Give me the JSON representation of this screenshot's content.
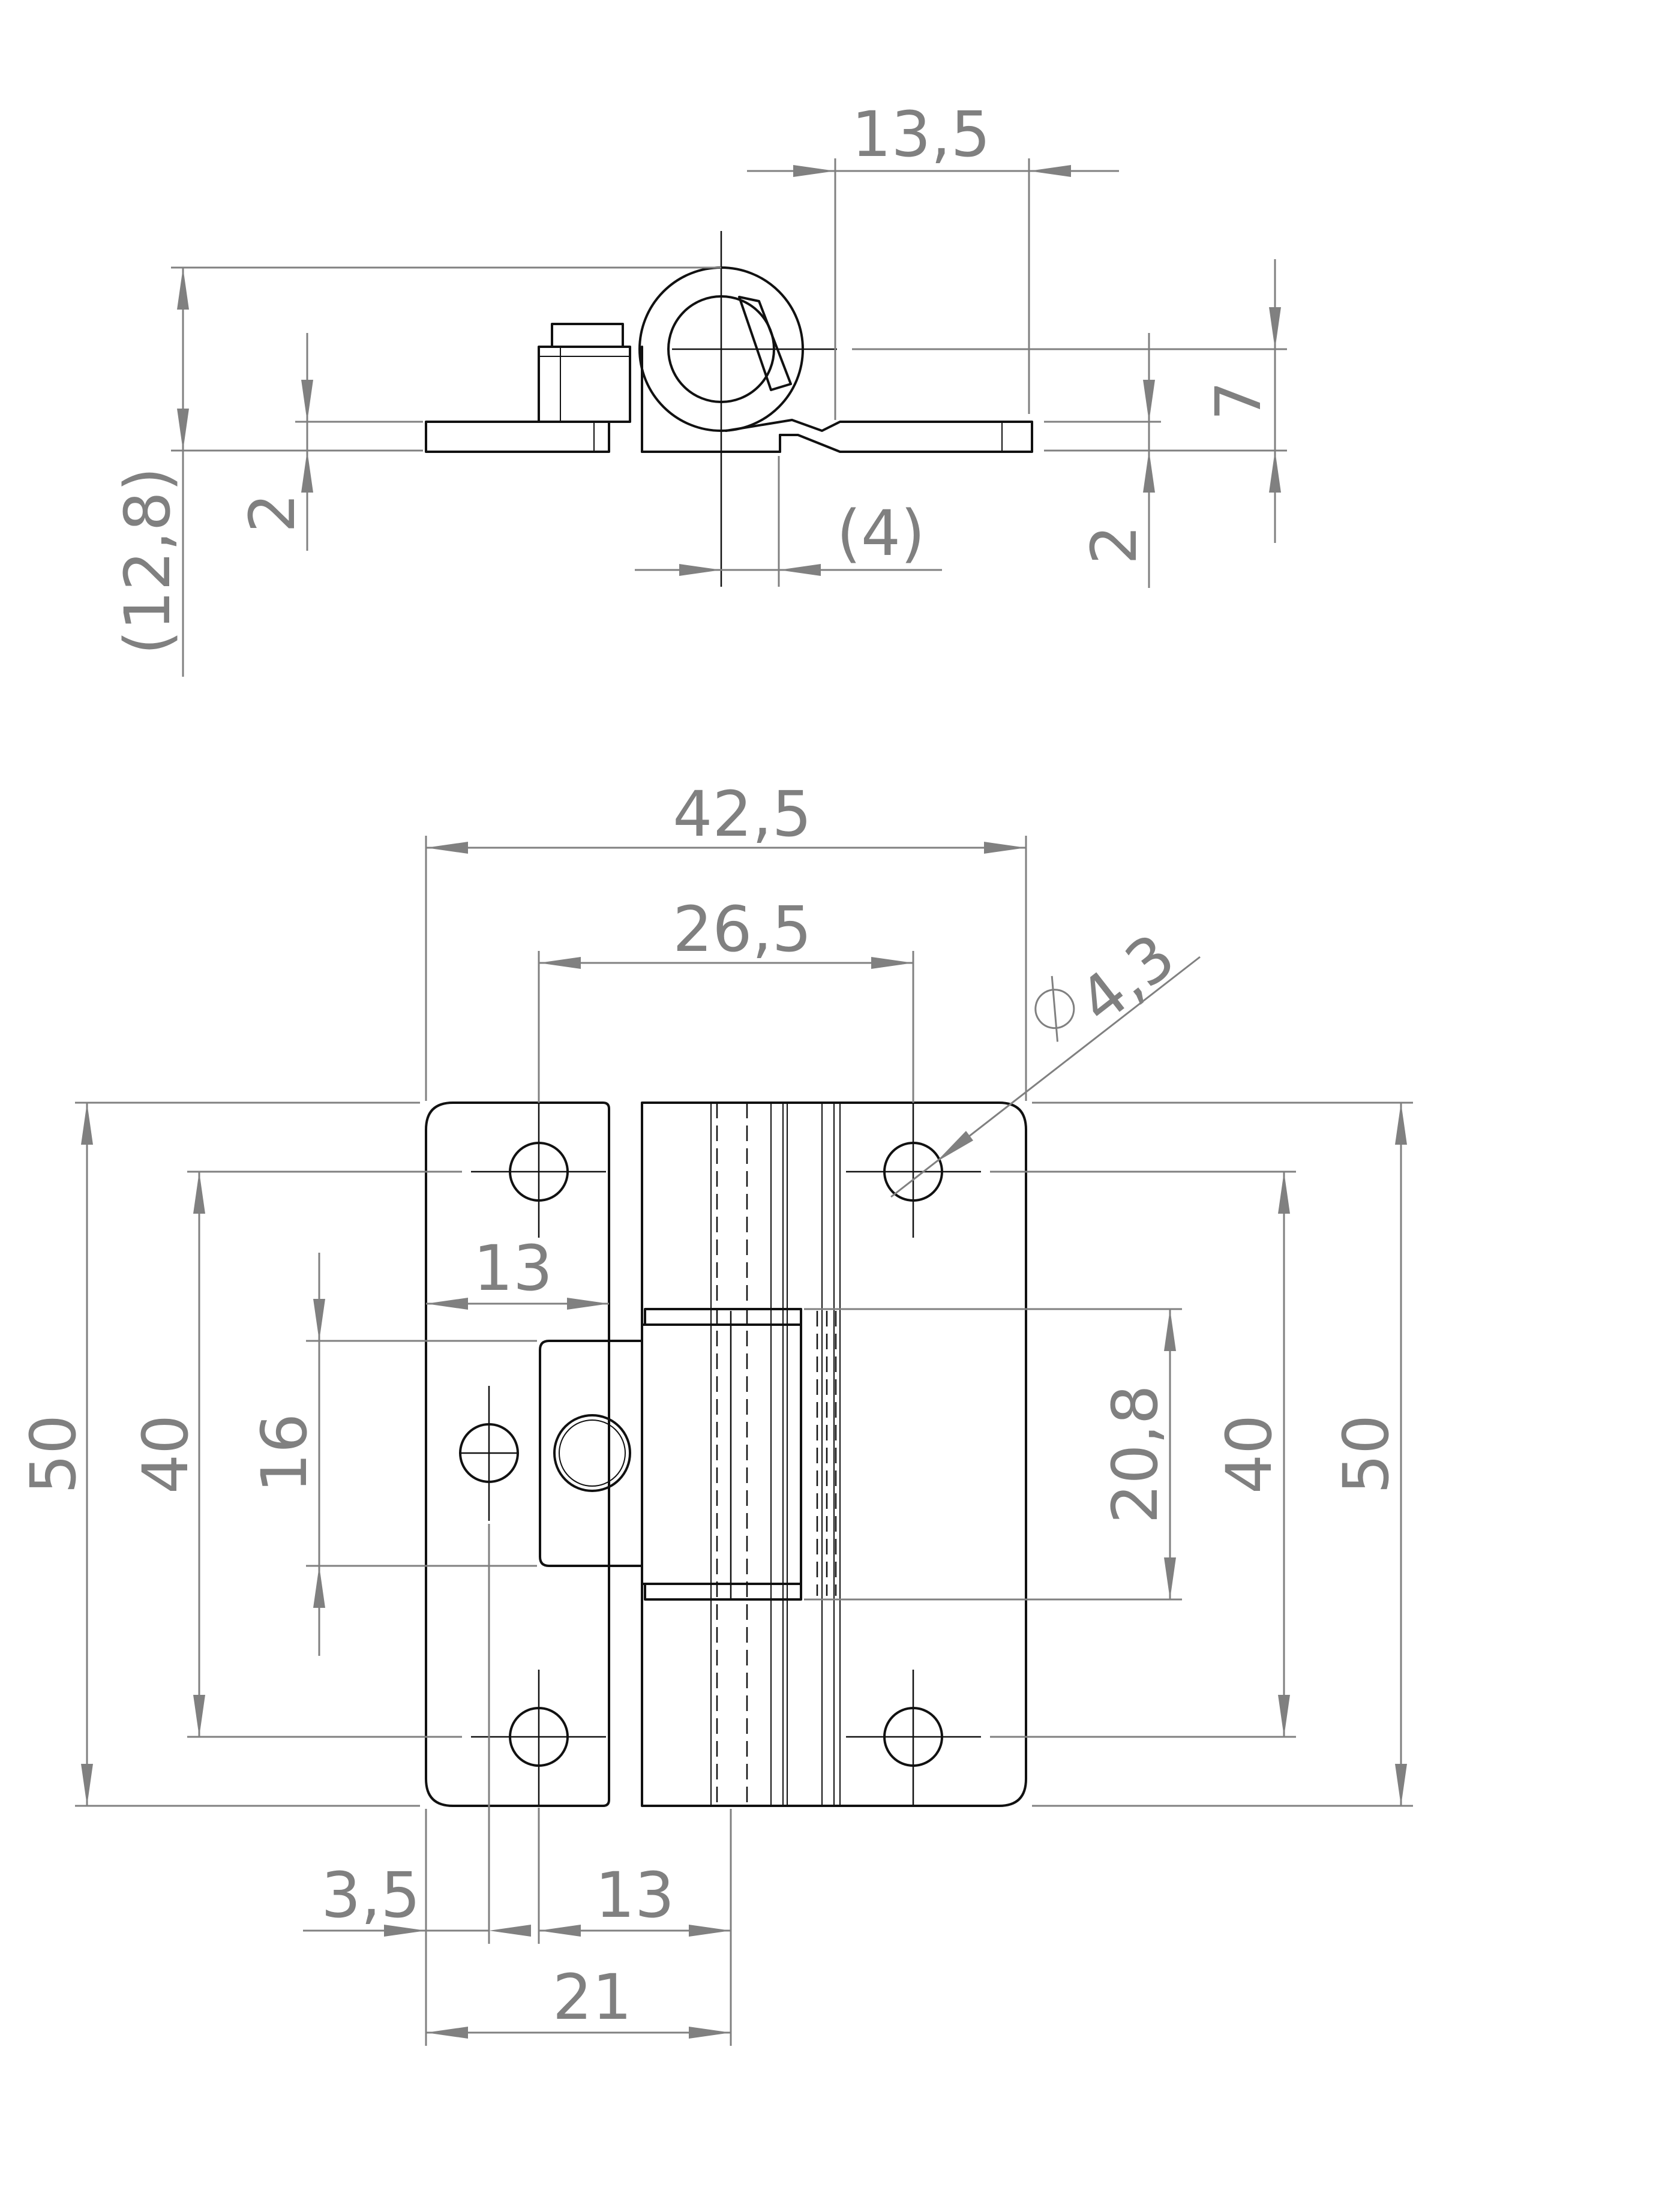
{
  "colors": {
    "object": "#111111",
    "dimension": "#808080",
    "background": "#ffffff"
  },
  "side_view": {
    "dim_13_5": "13,5",
    "dim_12_8": "(12,8)",
    "dim_2_left": "2",
    "dim_4": "(4)",
    "dim_2_right": "2",
    "dim_7": "7"
  },
  "front_view": {
    "dim_42_5": "42,5",
    "dim_26_5": "26,5",
    "dim_dia_4_3": "4,3",
    "dim_13_top": "13",
    "dim_50_left": "50",
    "dim_40_left": "40",
    "dim_16": "16",
    "dim_20_8": "20,8",
    "dim_40_right": "40",
    "dim_50_right": "50",
    "dim_3_5": "3,5",
    "dim_13_bottom": "13",
    "dim_21": "21"
  }
}
